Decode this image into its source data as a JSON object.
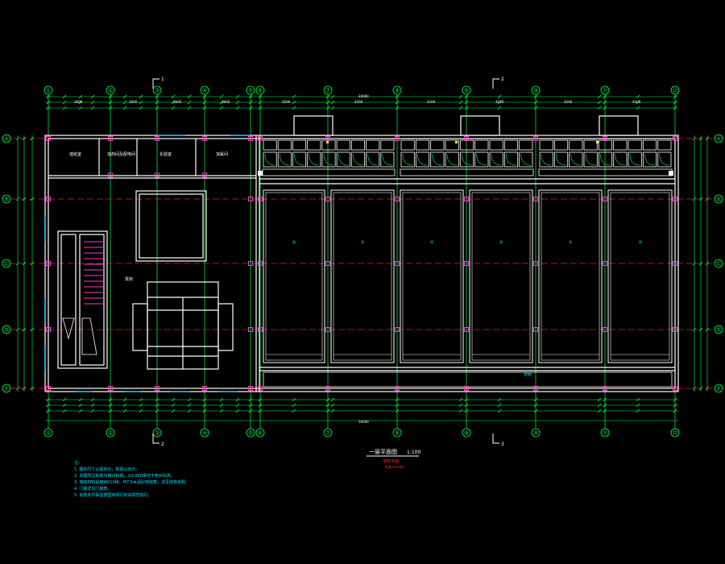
{
  "colors": {
    "background": "#000000",
    "wall": "#ffffff",
    "column": "#ff3ad1",
    "axis": "#e0202a",
    "dimension": "#00ff40",
    "text": "#00e5ff",
    "accent": "#ffff00",
    "door": "#00c8ff"
  },
  "axes": {
    "columns": [
      "①",
      "②",
      "③",
      "④",
      "⑤",
      "⑥",
      "⑦",
      "⑧",
      "⑨",
      "⑩",
      "⑪",
      "⑫"
    ],
    "rows": [
      "Ⓐ",
      "Ⓑ",
      "Ⓒ",
      "Ⓓ",
      "Ⓔ"
    ]
  },
  "sections": {
    "label_1": "1",
    "label_2": "2",
    "label_3": "3"
  },
  "rooms": {
    "room_1": "值班室",
    "room_2": "加药间及配电间",
    "room_3": "化验室",
    "room_4": "加氯间",
    "tank_label": "池",
    "pump_label": "泵房",
    "gallery": "管廊"
  },
  "drawing": {
    "title": "一层平面图",
    "scale": "1:100",
    "subtitle": "池体平面",
    "sub_note": "标高±0.000"
  },
  "notes": {
    "heading": "注：",
    "items": [
      "1. 图中尺寸以毫米计，标高以米计。",
      "2. 本图所注标高为相对标高，±0.000相当于绝对标高。",
      "3. 墙体材料采用MU10砖，M7.5水泥砂浆砌筑，详见结构说明。",
      "4. 门窗详见门窗表。",
      "5. 其他未尽事宜按国家现行有关规范执行。"
    ]
  },
  "dims": {
    "total": "34000",
    "bay": "3600",
    "bay_b": "4500",
    "bay_c": "4200"
  }
}
